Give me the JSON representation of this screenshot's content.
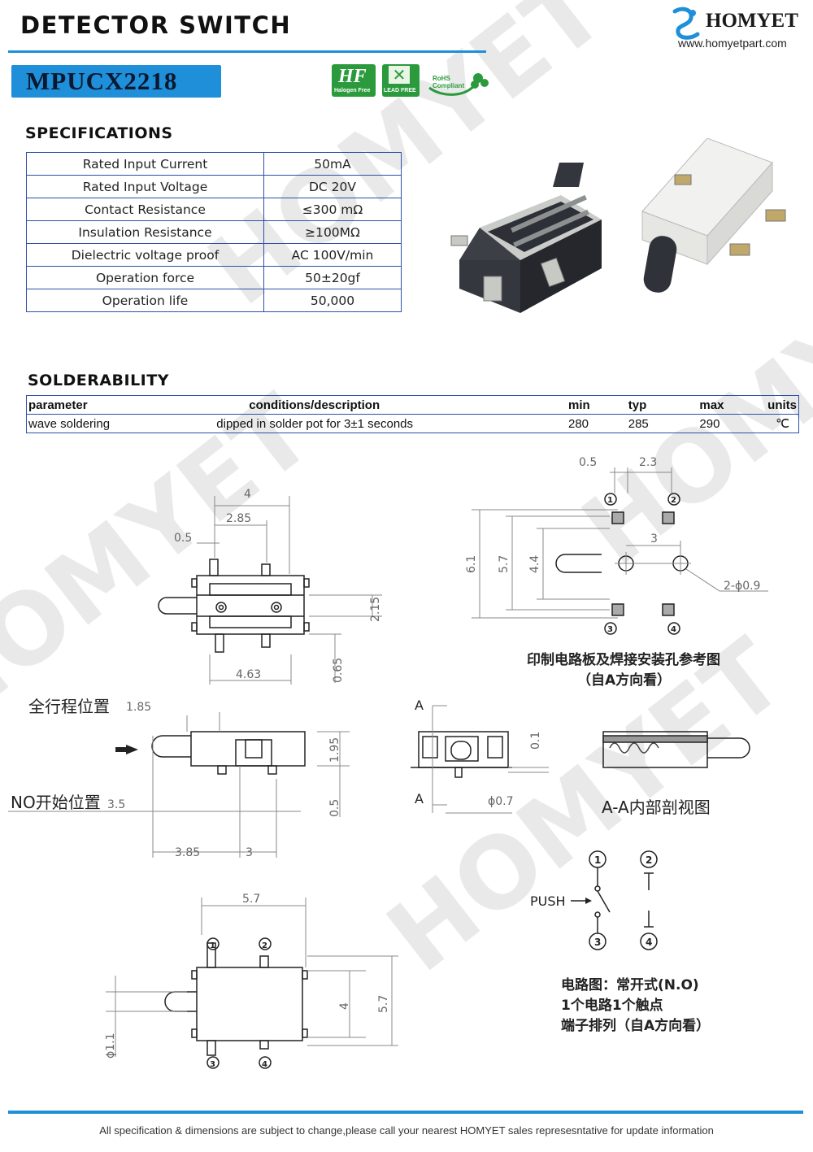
{
  "header": {
    "title": "DETECTOR SWITCH",
    "brand": "HOMYET",
    "url": "www.homyetpart.com",
    "model": "MPUCX2218",
    "badges": [
      "Halogen Free",
      "LEAD FREE",
      "RoHS Compliant"
    ],
    "watermark": "HOMYET"
  },
  "specifications": {
    "heading": "SPECIFICATIONS",
    "rows": [
      {
        "label": "Rated Input Current",
        "value": "50mA"
      },
      {
        "label": "Rated Input Voltage",
        "value": "DC  20V"
      },
      {
        "label": "Contact Resistance",
        "value": "≤300 mΩ"
      },
      {
        "label": "Insulation Resistance",
        "value": "≥100MΩ"
      },
      {
        "label": "Dielectric voltage proof",
        "value": "AC 100V/min"
      },
      {
        "label": "Operation force",
        "value": "50±20gf"
      },
      {
        "label": "Operation life",
        "value": "50,000"
      }
    ]
  },
  "solderability": {
    "heading": "SOLDERABILITY",
    "headers": [
      "parameter",
      "conditions/description",
      "min",
      "typ",
      "max",
      "units"
    ],
    "row": [
      "wave soldering",
      "dipped in solder pot for 3±1 seconds",
      "280",
      "285",
      "290",
      "℃"
    ]
  },
  "drawings": {
    "top_view": {
      "dims": [
        "4",
        "2.85",
        "0.5",
        "2.15",
        "4.63",
        "0.65"
      ]
    },
    "side_view": {
      "full_travel": "全行程位置",
      "full_travel_dim": "1.85",
      "no_start": "NO开始位置",
      "no_start_dim": "3.5",
      "dims": [
        "1.95",
        "0.5",
        "3.85",
        "3"
      ]
    },
    "bottom_view": {
      "dims": [
        "5.7",
        "4",
        "5.7",
        "ϕ1.1"
      ],
      "pins": [
        "1",
        "2",
        "3",
        "4"
      ]
    },
    "pcb": {
      "dims": [
        "0.5",
        "2.3",
        "6.1",
        "5.7",
        "4.4",
        "3",
        "2-ϕ0.9"
      ],
      "pins": [
        "1",
        "2",
        "3",
        "4"
      ],
      "caption_line1": "印制电路板及焊接安装孔参考图",
      "caption_line2": "（自A方向看）"
    },
    "section": {
      "marker": "A",
      "dims": [
        "0.1",
        "ϕ0.7"
      ],
      "caption": "A-A内部剖视图"
    },
    "circuit": {
      "push": "PUSH",
      "pins": [
        "1",
        "2",
        "3",
        "4"
      ],
      "line1": "电路图：常开式(N.O)",
      "line2": "1个电路1个触点",
      "line3": "端子排列（自A方向看）"
    }
  },
  "footer": {
    "note": "All specification & dimensions are subject to change,please call your nearest HOMYET sales represesntative for update information"
  }
}
